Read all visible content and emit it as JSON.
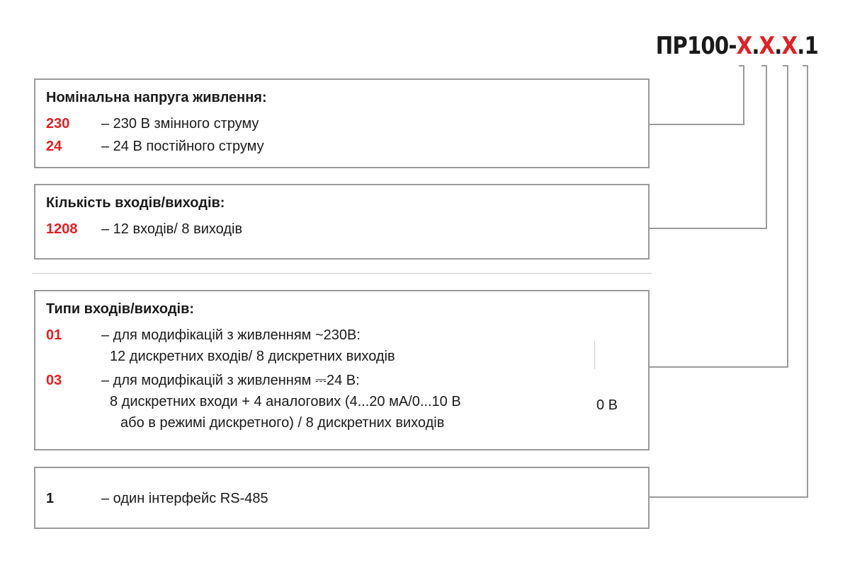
{
  "code": {
    "prefix": "ПР100-",
    "x1": "Х",
    "dot1": ".",
    "x2": "Х",
    "dot2": ".",
    "x3": "Х",
    "dot3": ".",
    "last": "1",
    "accent_color": "#e31e24",
    "line_color": "#9a9a9a"
  },
  "voltage": {
    "title": "Номінальна напруга живлення:",
    "options": [
      {
        "value": "230",
        "desc": "– 230 В змінного струму"
      },
      {
        "value": "24",
        "desc": "– 24 В постійного струму"
      }
    ]
  },
  "io_count": {
    "title": "Кількість входів/виходів:",
    "options": [
      {
        "value": "1208",
        "desc": "– 12 входів/ 8 виходів"
      }
    ]
  },
  "io_types": {
    "title": "Типи входів/виходів:",
    "options": [
      {
        "value": "01",
        "line1": "– для модифікацій з живленням ~230В:",
        "line2": "12 дискретних входів/ 8 дискретних виходів"
      },
      {
        "value": "03",
        "line1": "– для модифікацій з живленням ⎓24 В:",
        "line2": "8 дискретних входи + 4 аналогових (4...20 мА/0...10 В",
        "line3": "або в режимі дискретного) / 8 дискретних виходів"
      }
    ],
    "stray_text": "0 В"
  },
  "interface": {
    "options": [
      {
        "value": "1",
        "desc": "– один інтерфейс RS-485"
      }
    ]
  }
}
